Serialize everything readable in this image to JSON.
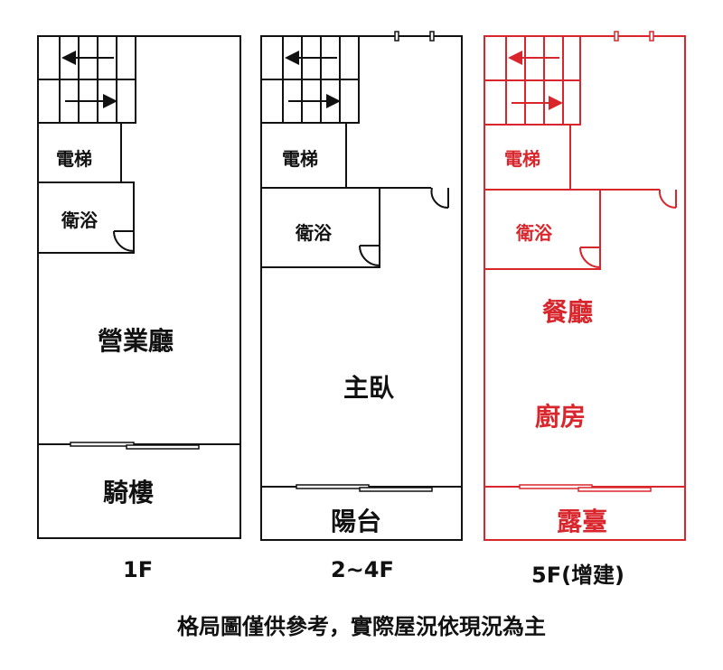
{
  "colors": {
    "black": "#111111",
    "red": "#d9262c"
  },
  "floors": [
    {
      "floor": "1F",
      "rooms": {
        "elevator": "電梯",
        "bathroom": "衛浴",
        "main": "營業廳",
        "front": "騎樓"
      }
    },
    {
      "floor": "2~4F",
      "rooms": {
        "elevator": "電梯",
        "bathroom": "衛浴",
        "main": "主臥",
        "front": "陽台"
      }
    },
    {
      "floor": "5F(增建)",
      "rooms": {
        "elevator": "電梯",
        "bathroom": "衛浴",
        "main_top": "餐廳",
        "main_bottom": "廚房",
        "front": "露臺"
      }
    }
  ],
  "footer_note": "格局圖僅供參考，實際屋況依現況為主",
  "icons": [
    "stair-icon",
    "arrow-left-icon",
    "arrow-right-icon",
    "door-swing-icon",
    "sliding-door-icon",
    "window-icon"
  ]
}
